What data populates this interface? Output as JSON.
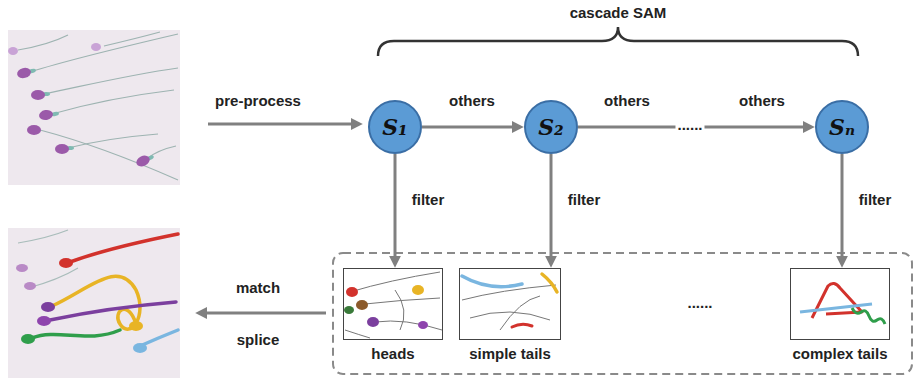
{
  "diagram": {
    "nodes": [
      {
        "text": [
          "S₁"
        ]
      },
      {
        "text": [
          "S₂"
        ]
      },
      {
        "text": [
          "Sₙ"
        ]
      },
      {
        "text": [
          "heads"
        ]
      },
      {
        "text": [
          "simple tails"
        ]
      },
      {
        "text": [
          "complex tails"
        ]
      }
    ],
    "edges": [
      {
        "from": 0,
        "to": 1,
        "arrow": "to",
        "label": "others"
      },
      {
        "from": 1,
        "to": 2,
        "arrow": "to",
        "label": "others"
      },
      {
        "from": 0,
        "to": 3,
        "arrow": "to",
        "label": "filter"
      },
      {
        "from": 1,
        "to": 4,
        "arrow": "to",
        "label": "filter"
      },
      {
        "from": 2,
        "to": 5,
        "arrow": "to",
        "label": "filter"
      }
    ],
    "labels": [
      "cascade SAM",
      "others",
      "......",
      "......",
      "pre-process",
      "match",
      "splice"
    ]
  }
}
